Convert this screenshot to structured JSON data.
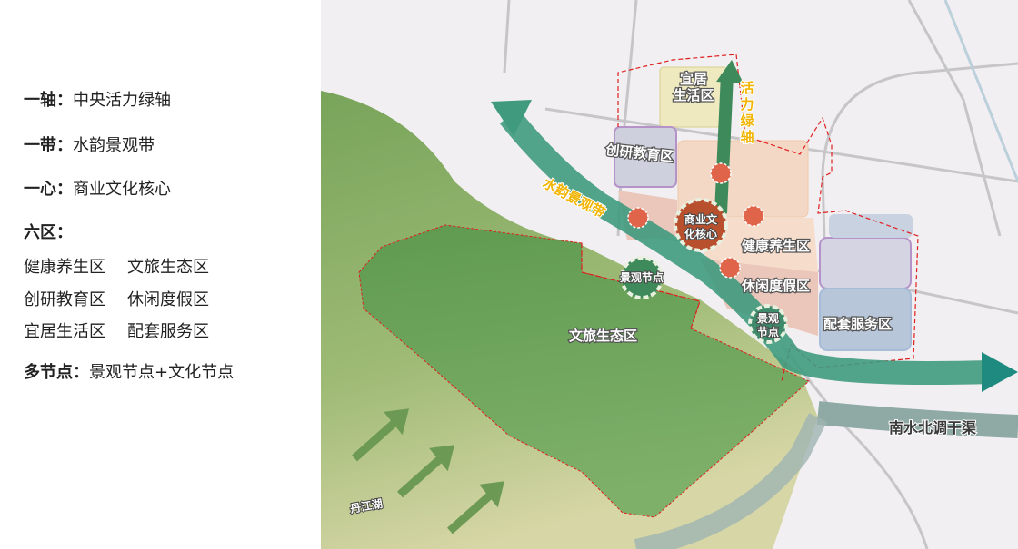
{
  "legend": {
    "axis": {
      "key": "一轴：",
      "value": "中央活力绿轴"
    },
    "belt": {
      "key": "一带：",
      "value": "水韵景观带"
    },
    "core": {
      "key": "一心：",
      "value": "商业文化核心"
    },
    "zones_title": "六区：",
    "zones": [
      [
        "健康养生区",
        "文旅生态区"
      ],
      [
        "创研教育区",
        "休闲度假区"
      ],
      [
        "宜居生活区",
        "配套服务区"
      ]
    ],
    "nodes": {
      "key": "多节点：",
      "value": "景观节点+文化节点"
    }
  },
  "map": {
    "labels": {
      "residential": [
        "宜居",
        "生活区"
      ],
      "vitality_axis": [
        "活",
        "力",
        "绿",
        "轴"
      ],
      "education": "创研教育区",
      "water_belt": "水韵景观带",
      "core": [
        "商业文",
        "化核心"
      ],
      "health": "健康养生区",
      "leisure": "休闲度假区",
      "services": "配套服务区",
      "ecology": "文旅生态区",
      "node1": "景观节点",
      "node2": [
        "景观",
        "节点"
      ],
      "canal": "南水北调干渠",
      "lake": "丹江湖"
    },
    "colors": {
      "green": "#6fa35c",
      "teal": "#3f9a7e",
      "red_dashed": "#e02020",
      "core": "#b8502e",
      "dot": "#e0644a"
    }
  }
}
